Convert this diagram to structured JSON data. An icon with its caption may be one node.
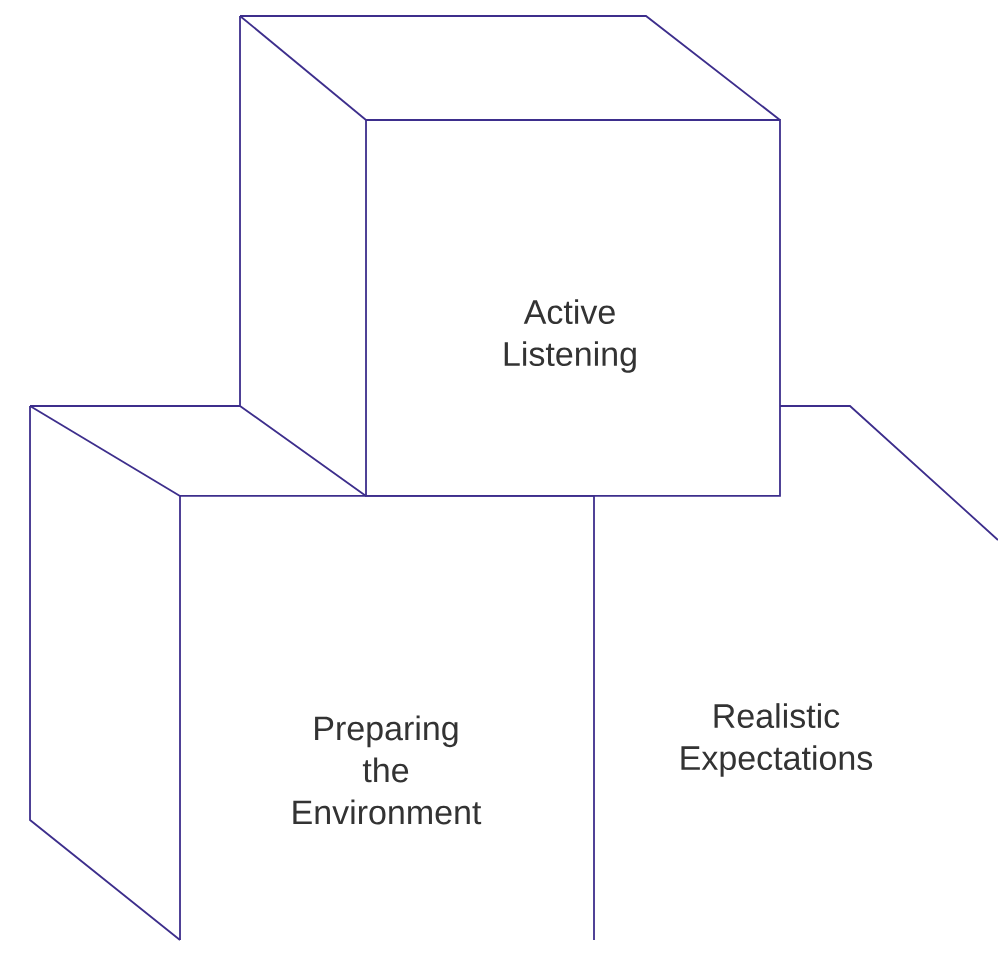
{
  "diagram": {
    "nodes": [
      {
        "text": [
          "Active Listening"
        ]
      },
      {
        "text": [
          "Preparing the Environment"
        ]
      },
      {
        "text": [
          "Realistic Expectations"
        ]
      }
    ]
  }
}
